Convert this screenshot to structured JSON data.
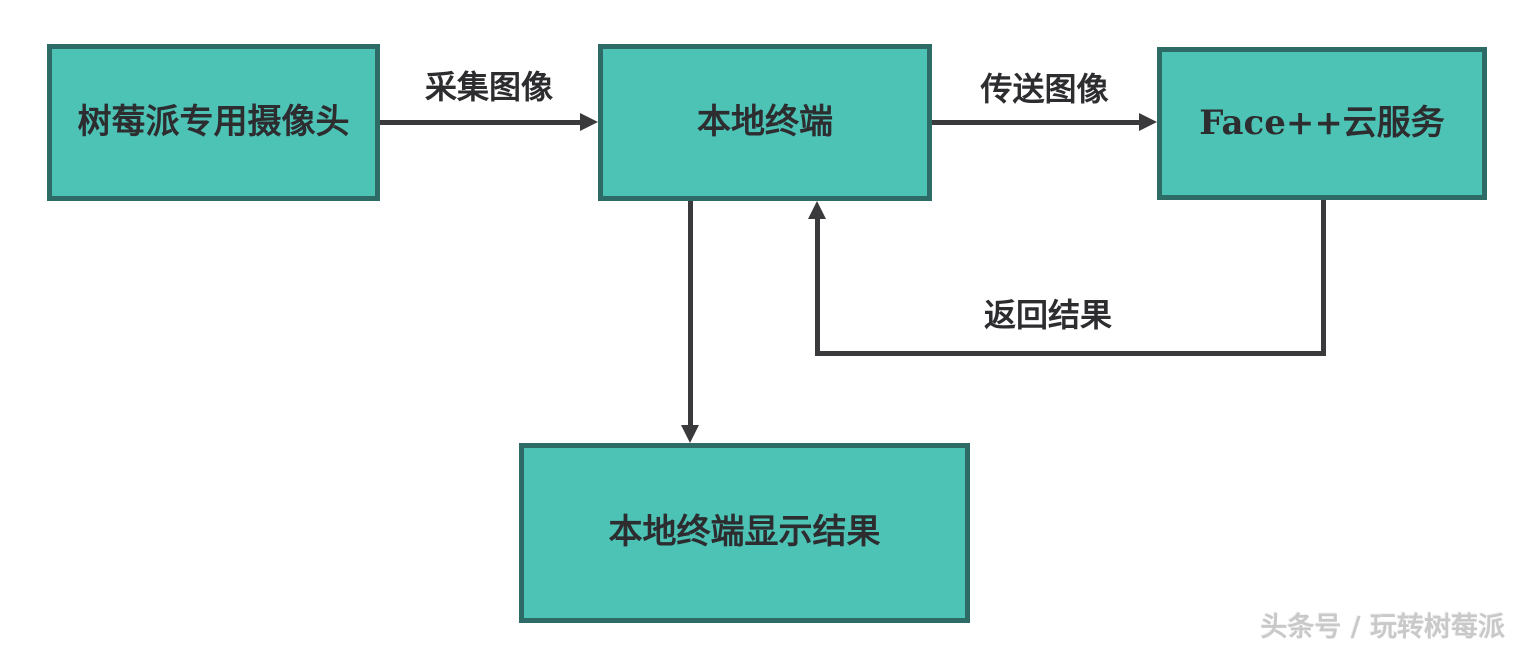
{
  "diagram": {
    "type": "flowchart",
    "nodes": [
      {
        "id": "camera",
        "label": "树莓派专用摄像头"
      },
      {
        "id": "local-terminal",
        "label": "本地终端"
      },
      {
        "id": "face-cloud",
        "label": "Face++云服务"
      },
      {
        "id": "display-result",
        "label": "本地终端显示结果"
      }
    ],
    "edges": [
      {
        "from": "camera",
        "to": "local-terminal",
        "label": "采集图像",
        "direction": "right"
      },
      {
        "from": "local-terminal",
        "to": "face-cloud",
        "label": "传送图像",
        "direction": "right"
      },
      {
        "from": "face-cloud",
        "to": "local-terminal",
        "label": "返回结果",
        "direction": "down-left-up"
      },
      {
        "from": "local-terminal",
        "to": "display-result",
        "label": "",
        "direction": "down"
      }
    ],
    "colors": {
      "node_fill": "#4dc3b6",
      "node_border": "#2e6b66",
      "line": "#3a3a3c",
      "text": "#2d2d30",
      "watermark": "#c9c9c9"
    }
  },
  "watermark": {
    "text": "头条号 / 玩转树莓派"
  }
}
